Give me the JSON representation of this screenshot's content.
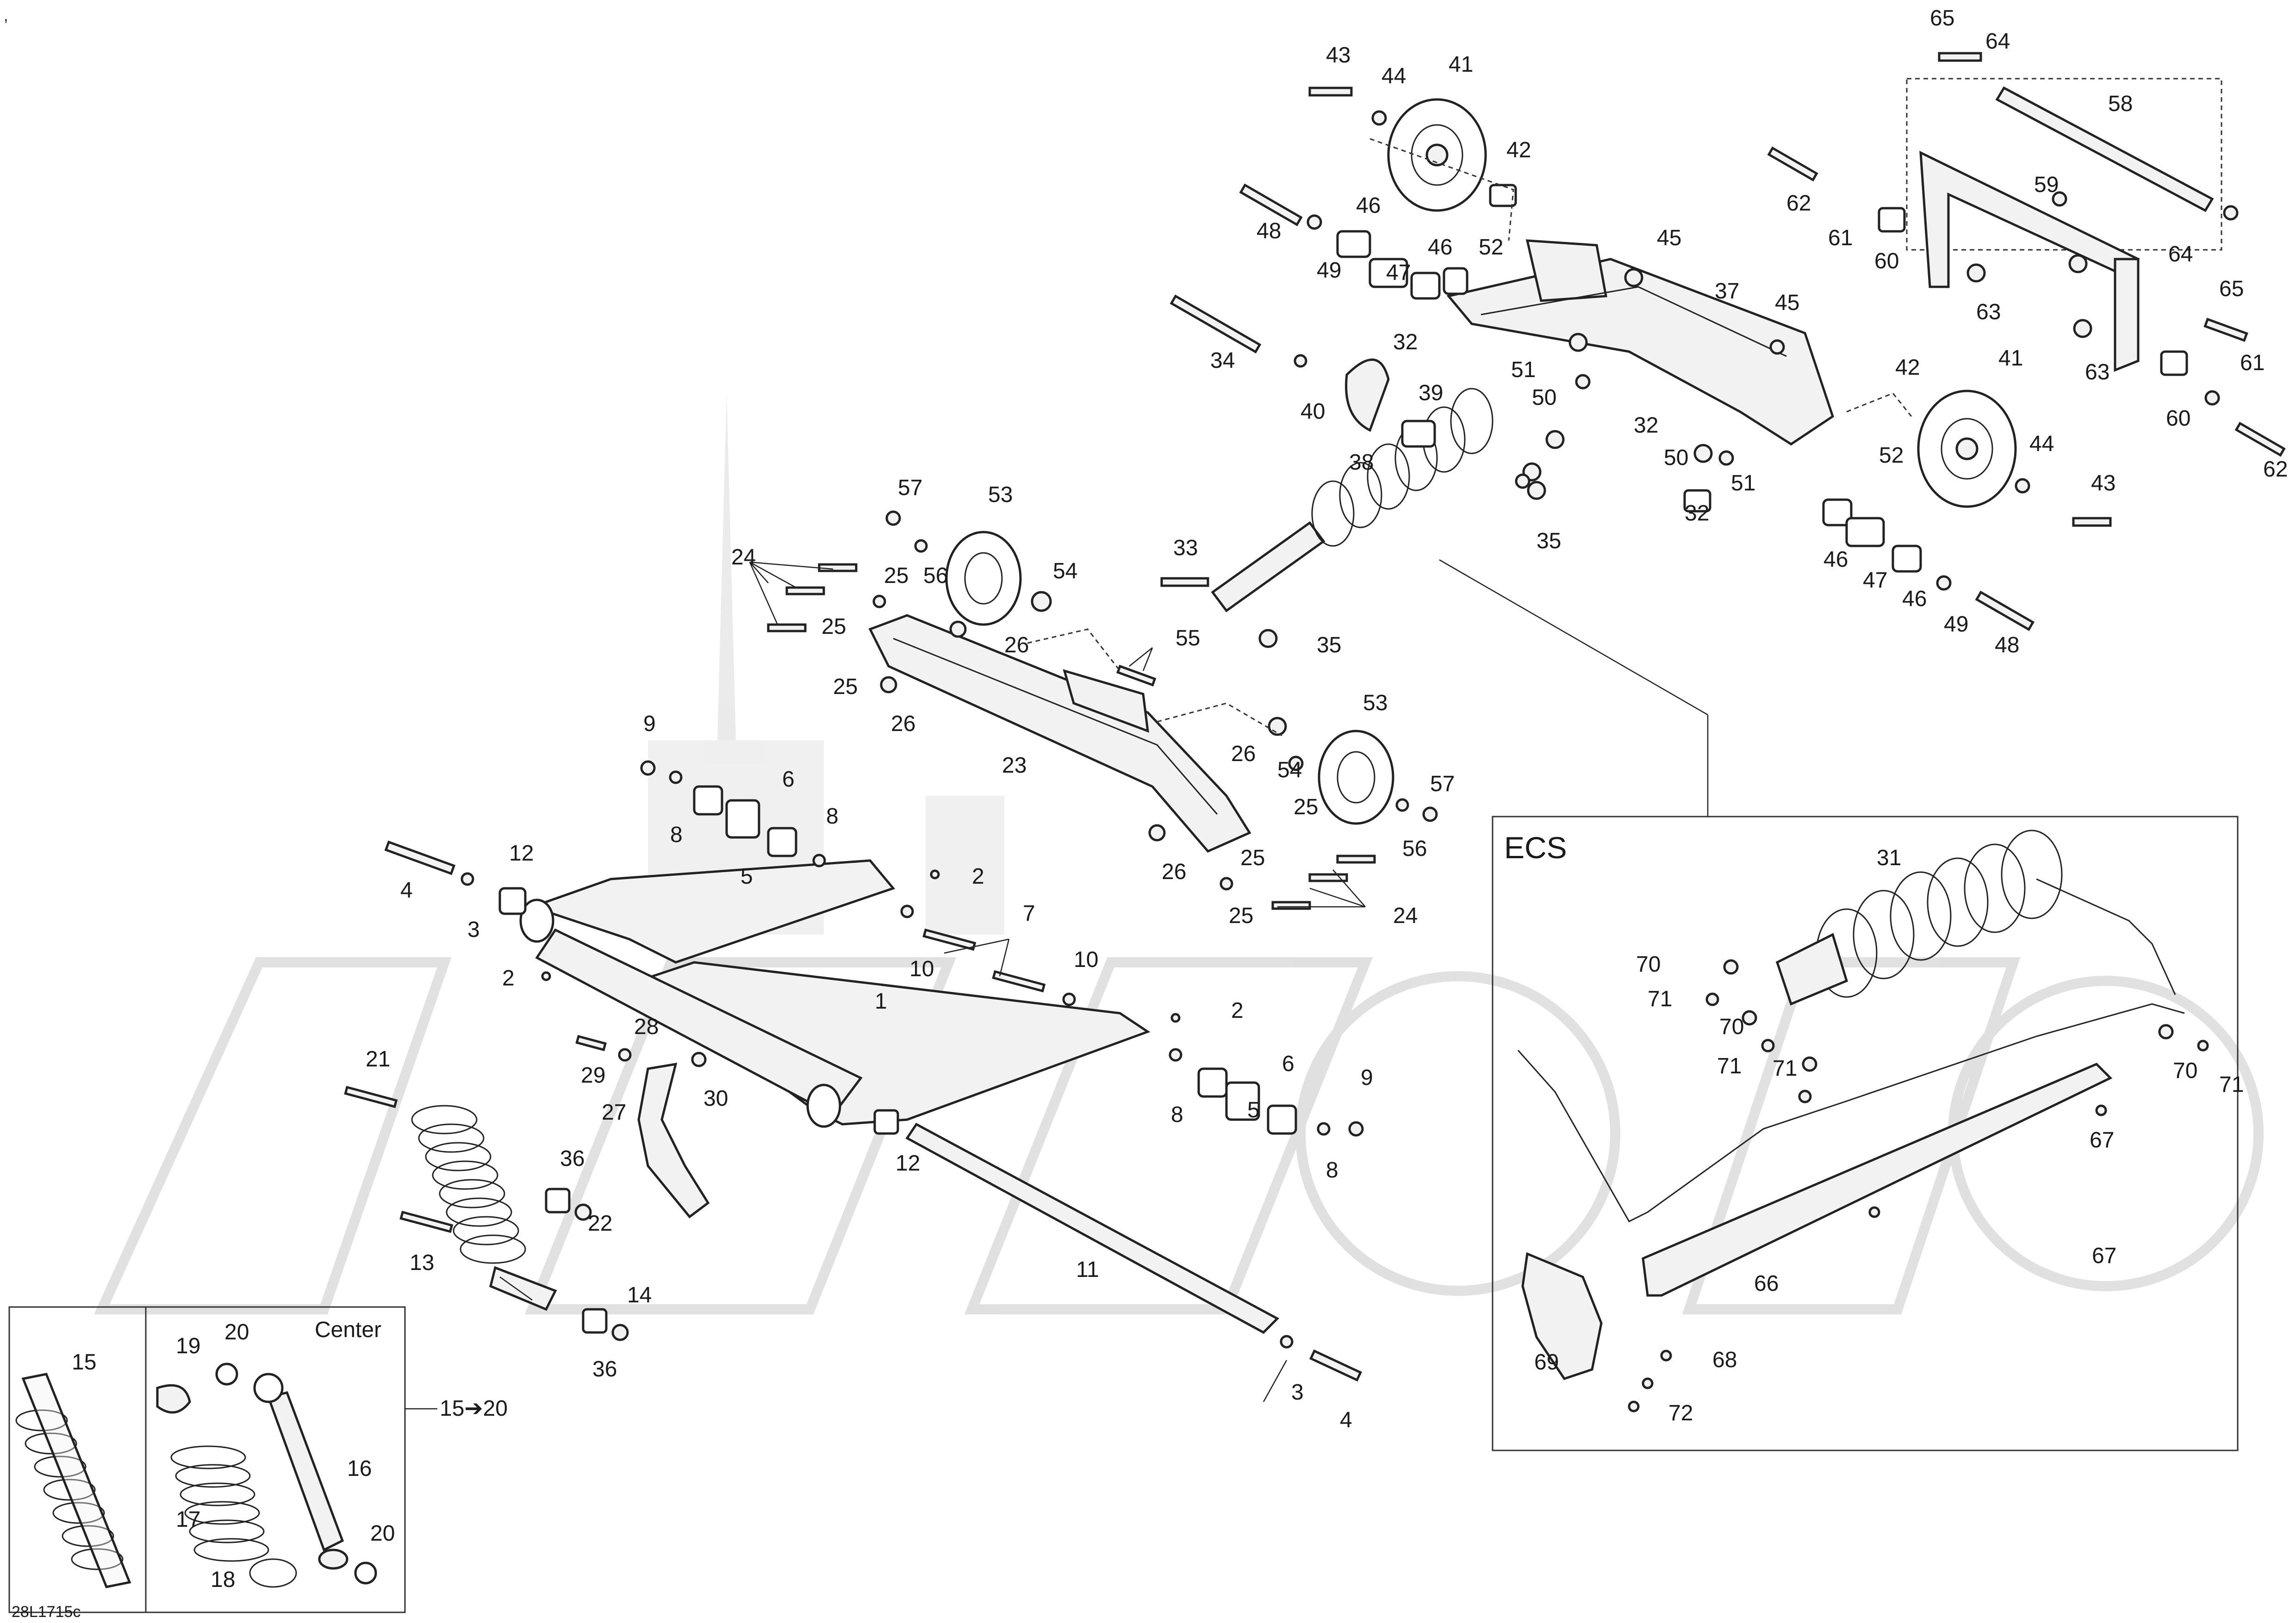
{
  "sheet": {
    "drawing_ref": "28L1715c",
    "corner_mark": ","
  },
  "insets": {
    "ecs": {
      "title": "ECS"
    },
    "shock_kit": {
      "center_label": "Center",
      "range_label": "15➔20"
    }
  },
  "callouts": [
    {
      "id": "c43a",
      "text": "43"
    },
    {
      "id": "c44a",
      "text": "44"
    },
    {
      "id": "c41a",
      "text": "41"
    },
    {
      "id": "c42a",
      "text": "42"
    },
    {
      "id": "c65a",
      "text": "65"
    },
    {
      "id": "c64a",
      "text": "64"
    },
    {
      "id": "c58",
      "text": "58"
    },
    {
      "id": "c62a",
      "text": "62"
    },
    {
      "id": "c59",
      "text": "59"
    },
    {
      "id": "c61a",
      "text": "61"
    },
    {
      "id": "c60a",
      "text": "60"
    },
    {
      "id": "c63a",
      "text": "63"
    },
    {
      "id": "c64b",
      "text": "64"
    },
    {
      "id": "c65b",
      "text": "65"
    },
    {
      "id": "c63b",
      "text": "63"
    },
    {
      "id": "c60b",
      "text": "60"
    },
    {
      "id": "c61b",
      "text": "61"
    },
    {
      "id": "c62b",
      "text": "62"
    },
    {
      "id": "c48a",
      "text": "48"
    },
    {
      "id": "c46a",
      "text": "46"
    },
    {
      "id": "c49a",
      "text": "49"
    },
    {
      "id": "c46b",
      "text": "46"
    },
    {
      "id": "c47a",
      "text": "47"
    },
    {
      "id": "c52a",
      "text": "52"
    },
    {
      "id": "c45a",
      "text": "45"
    },
    {
      "id": "c37",
      "text": "37"
    },
    {
      "id": "c45b",
      "text": "45"
    },
    {
      "id": "c32a",
      "text": "32"
    },
    {
      "id": "c34",
      "text": "34"
    },
    {
      "id": "c51a",
      "text": "51"
    },
    {
      "id": "c50a",
      "text": "50"
    },
    {
      "id": "c40",
      "text": "40"
    },
    {
      "id": "c39",
      "text": "39"
    },
    {
      "id": "c38",
      "text": "38"
    },
    {
      "id": "c42b",
      "text": "42"
    },
    {
      "id": "c41b",
      "text": "41"
    },
    {
      "id": "c32b",
      "text": "32"
    },
    {
      "id": "c50b",
      "text": "50"
    },
    {
      "id": "c51b",
      "text": "51"
    },
    {
      "id": "c52b",
      "text": "52"
    },
    {
      "id": "c32c",
      "text": "32"
    },
    {
      "id": "c44b",
      "text": "44"
    },
    {
      "id": "c43b",
      "text": "43"
    },
    {
      "id": "c35a",
      "text": "35"
    },
    {
      "id": "c46c",
      "text": "46"
    },
    {
      "id": "c47b",
      "text": "47"
    },
    {
      "id": "c46d",
      "text": "46"
    },
    {
      "id": "c49b",
      "text": "49"
    },
    {
      "id": "c48b",
      "text": "48"
    },
    {
      "id": "c57a",
      "text": "57"
    },
    {
      "id": "c53a",
      "text": "53"
    },
    {
      "id": "c24a",
      "text": "24"
    },
    {
      "id": "c25a",
      "text": "25"
    },
    {
      "id": "c56a",
      "text": "56"
    },
    {
      "id": "c54a",
      "text": "54"
    },
    {
      "id": "c33",
      "text": "33"
    },
    {
      "id": "c25b",
      "text": "25"
    },
    {
      "id": "c26a",
      "text": "26"
    },
    {
      "id": "c35b",
      "text": "35"
    },
    {
      "id": "c55",
      "text": "55"
    },
    {
      "id": "c25c",
      "text": "25"
    },
    {
      "id": "c26b",
      "text": "26"
    },
    {
      "id": "c23",
      "text": "23"
    },
    {
      "id": "c53b",
      "text": "53"
    },
    {
      "id": "c26c",
      "text": "26"
    },
    {
      "id": "c54b",
      "text": "54"
    },
    {
      "id": "c57b",
      "text": "57"
    },
    {
      "id": "c25d",
      "text": "25"
    },
    {
      "id": "c56b",
      "text": "56"
    },
    {
      "id": "c25e",
      "text": "25"
    },
    {
      "id": "c26d",
      "text": "26"
    },
    {
      "id": "c24b",
      "text": "24"
    },
    {
      "id": "c25f",
      "text": "25"
    },
    {
      "id": "c9a",
      "text": "9"
    },
    {
      "id": "c6a",
      "text": "6"
    },
    {
      "id": "c8a",
      "text": "8"
    },
    {
      "id": "c8b",
      "text": "8"
    },
    {
      "id": "c5a",
      "text": "5"
    },
    {
      "id": "c12a",
      "text": "12"
    },
    {
      "id": "c4a",
      "text": "4"
    },
    {
      "id": "c3a",
      "text": "3"
    },
    {
      "id": "c2a",
      "text": "2"
    },
    {
      "id": "c7",
      "text": "7"
    },
    {
      "id": "c10a",
      "text": "10"
    },
    {
      "id": "c2b",
      "text": "2"
    },
    {
      "id": "c10b",
      "text": "10"
    },
    {
      "id": "c2c",
      "text": "2"
    },
    {
      "id": "c1",
      "text": "1"
    },
    {
      "id": "c28",
      "text": "28"
    },
    {
      "id": "c29",
      "text": "29"
    },
    {
      "id": "c21",
      "text": "21"
    },
    {
      "id": "c30",
      "text": "30"
    },
    {
      "id": "c27",
      "text": "27"
    },
    {
      "id": "c6b",
      "text": "6"
    },
    {
      "id": "c9b",
      "text": "9"
    },
    {
      "id": "c8c",
      "text": "8"
    },
    {
      "id": "c5b",
      "text": "5"
    },
    {
      "id": "c8d",
      "text": "8"
    },
    {
      "id": "c12b",
      "text": "12"
    },
    {
      "id": "c36a",
      "text": "36"
    },
    {
      "id": "c22",
      "text": "22"
    },
    {
      "id": "c13",
      "text": "13"
    },
    {
      "id": "c11",
      "text": "11"
    },
    {
      "id": "c14",
      "text": "14"
    },
    {
      "id": "c36b",
      "text": "36"
    },
    {
      "id": "c3b",
      "text": "3"
    },
    {
      "id": "c4b",
      "text": "4"
    },
    {
      "id": "c31",
      "text": "31"
    },
    {
      "id": "c70a",
      "text": "70"
    },
    {
      "id": "c71a",
      "text": "71"
    },
    {
      "id": "c70b",
      "text": "70"
    },
    {
      "id": "c71b",
      "text": "71"
    },
    {
      "id": "c71c",
      "text": "71"
    },
    {
      "id": "c70c",
      "text": "70"
    },
    {
      "id": "c71d",
      "text": "71"
    },
    {
      "id": "c67a",
      "text": "67"
    },
    {
      "id": "c67b",
      "text": "67"
    },
    {
      "id": "c66",
      "text": "66"
    },
    {
      "id": "c69",
      "text": "69"
    },
    {
      "id": "c68",
      "text": "68"
    },
    {
      "id": "c72",
      "text": "72"
    },
    {
      "id": "c15",
      "text": "15"
    },
    {
      "id": "c19",
      "text": "19"
    },
    {
      "id": "c20a",
      "text": "20"
    },
    {
      "id": "c16",
      "text": "16"
    },
    {
      "id": "c17",
      "text": "17"
    },
    {
      "id": "c20b",
      "text": "20"
    },
    {
      "id": "c18",
      "text": "18"
    }
  ]
}
